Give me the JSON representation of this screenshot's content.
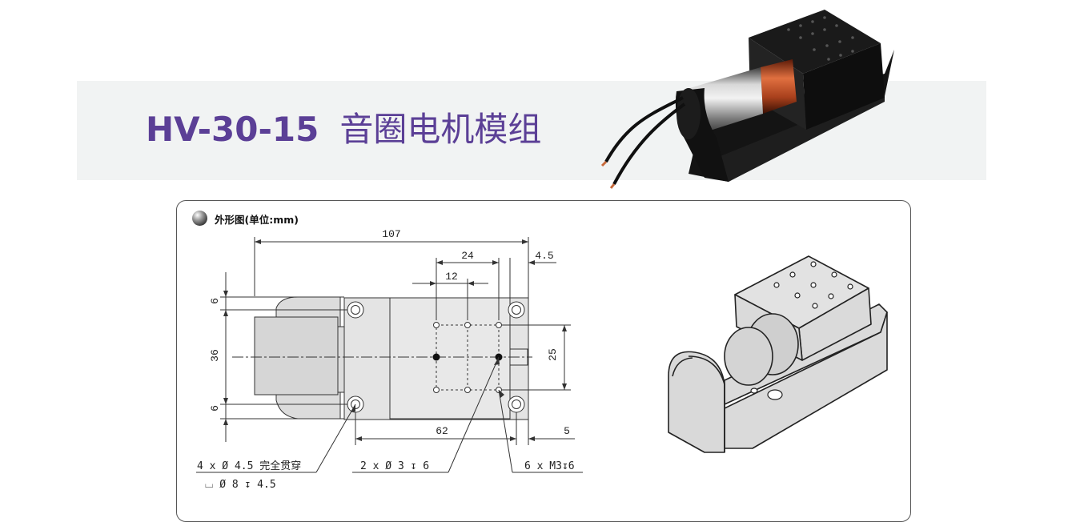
{
  "header": {
    "model": "HV-30-15",
    "product_name": "音圈电机模组"
  },
  "drawing": {
    "title": "外形图(单位:mm)",
    "dimensions": {
      "overall_length": "107",
      "hole_spacing_large": "24",
      "right_offset": "4.5",
      "hole_spacing_small": "12",
      "top_margin": "6",
      "height": "36",
      "bottom_margin": "6",
      "row_spacing": "25",
      "body_length": "62",
      "end_offset": "5"
    },
    "callouts": {
      "mount_holes": "4 x Ø 4.5 完全贯穿",
      "counterbore": "⌴ Ø 8 ↧ 4.5",
      "pin_holes": "2 x Ø 3 ↧ 6",
      "thread_holes": "6 x M3↧6"
    }
  },
  "colors": {
    "title": "#5b3f96",
    "banner": "#f1f3f3",
    "line": "#333333"
  }
}
